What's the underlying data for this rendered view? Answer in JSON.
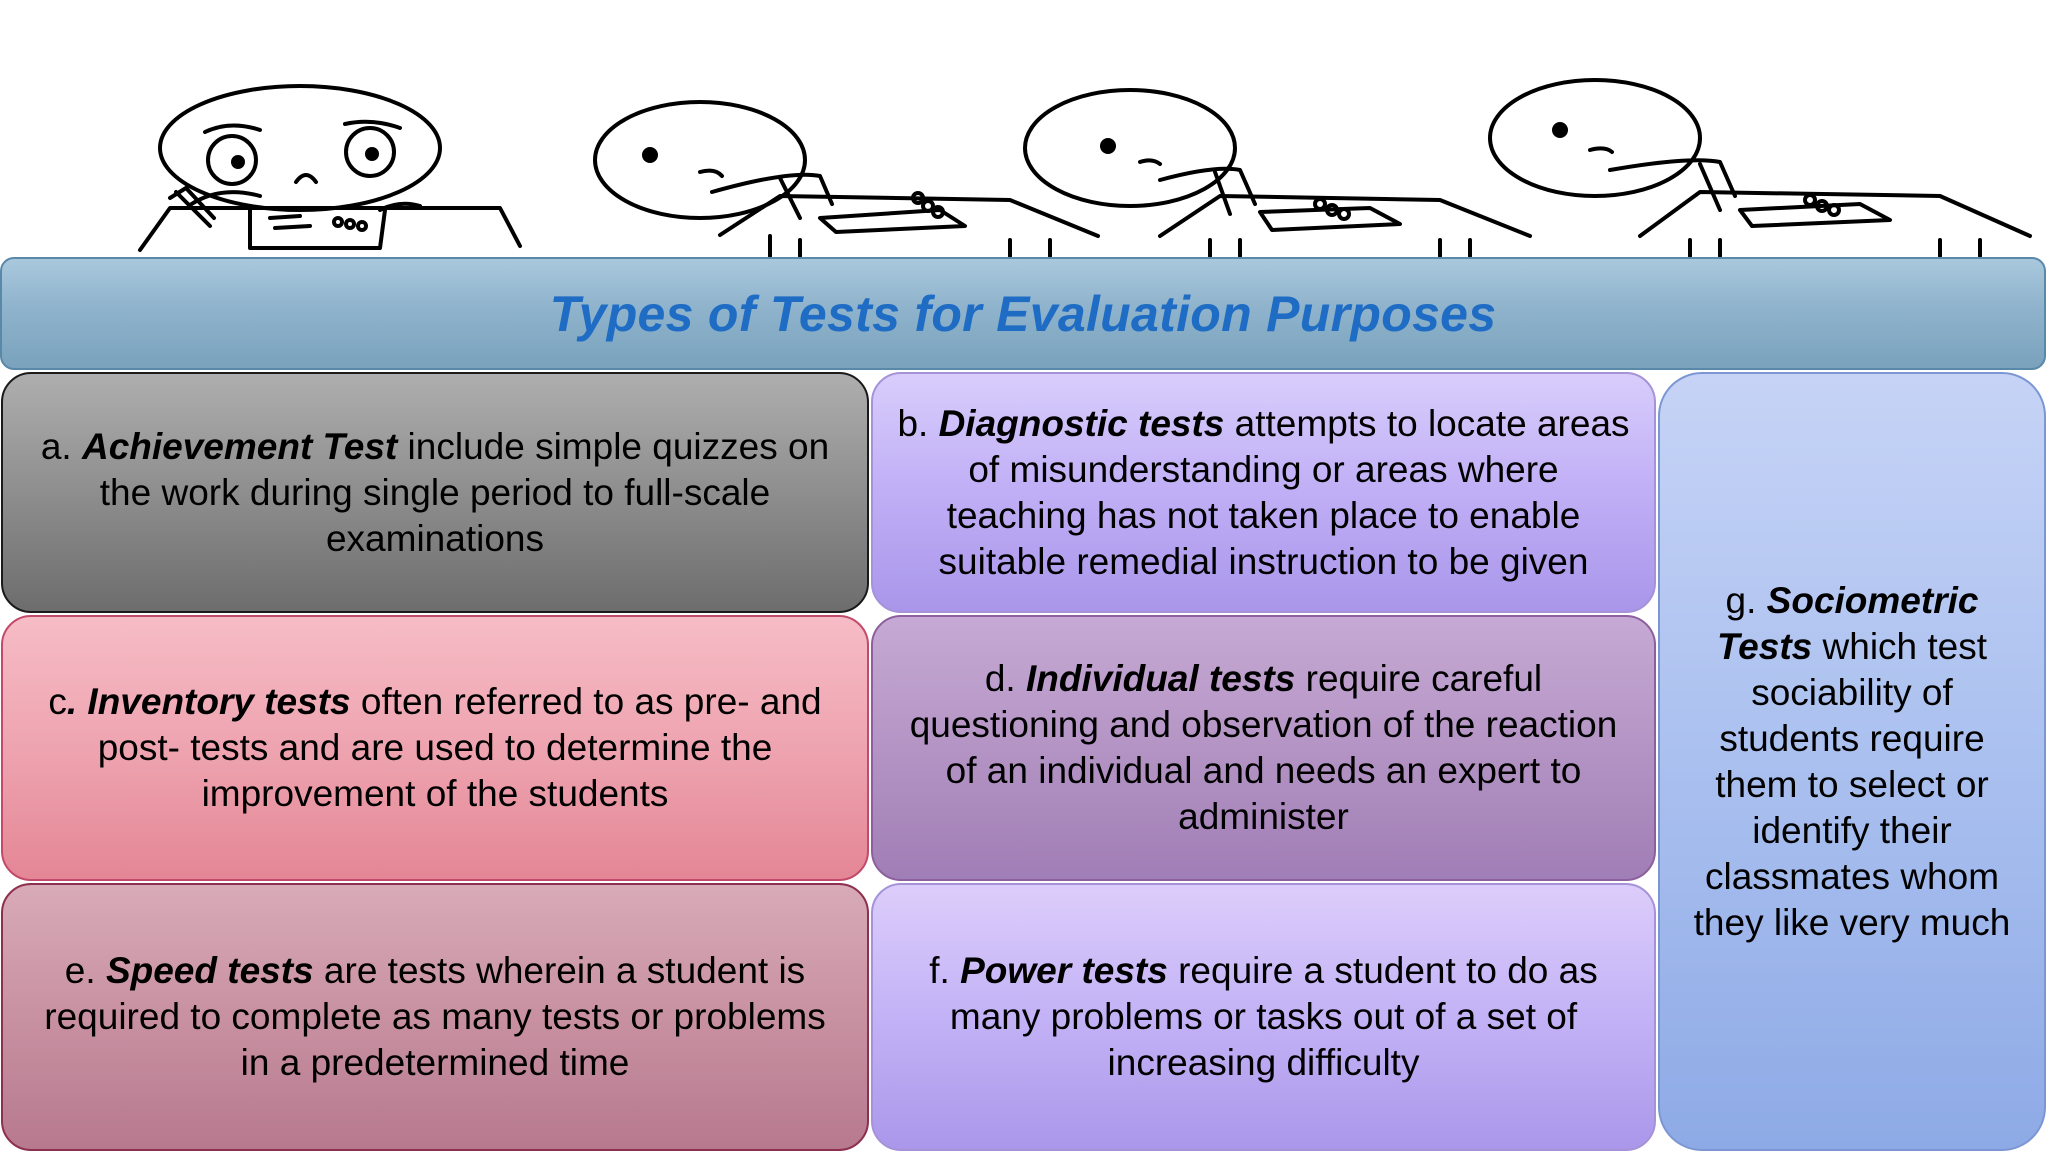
{
  "illustration": {
    "description_icon": "students-taking-test-sketch-icon"
  },
  "title": "Types of Tests for Evaluation Purposes",
  "cards": {
    "a": {
      "prefix": "a. ",
      "term": "Achievement Test",
      "text": " include simple quizzes on the work during single period to full-scale examinations"
    },
    "b": {
      "prefix": "b. ",
      "term": "Diagnostic tests",
      "text": " attempts to locate areas of misunderstanding or areas where teaching has not taken place to enable suitable remedial instruction to be given"
    },
    "c": {
      "prefix": "c",
      "term": ". Inventory tests",
      "text": " often referred to as pre- and post- tests and are used to determine the improvement of the students"
    },
    "d": {
      "prefix": "d. ",
      "term": "Individual tests",
      "text": " require careful questioning and observation of the reaction of an individual and needs an expert to administer"
    },
    "e": {
      "prefix": "e. ",
      "term": "Speed tests",
      "text": " are tests wherein a student is required to complete as many tests or problems in a predetermined time"
    },
    "f": {
      "prefix": "f. ",
      "term": "Power tests",
      "text": " require a student to do as many problems or tasks out of a set of increasing difficulty"
    },
    "g": {
      "prefix": "g. ",
      "term": "Sociometric Tests",
      "text": " which test sociability of students require them to select or identify their classmates whom they like very much"
    }
  },
  "colors": {
    "title_text": "#1f6cc4",
    "title_bar": "#8fb3cc",
    "card_a": "#8e8e8e",
    "card_b": "#c0aef6",
    "card_c": "#eea4b0",
    "card_d": "#b494c4",
    "card_e": "#c891a2",
    "card_f": "#c3b2f6",
    "card_g": "#aac0ef"
  }
}
